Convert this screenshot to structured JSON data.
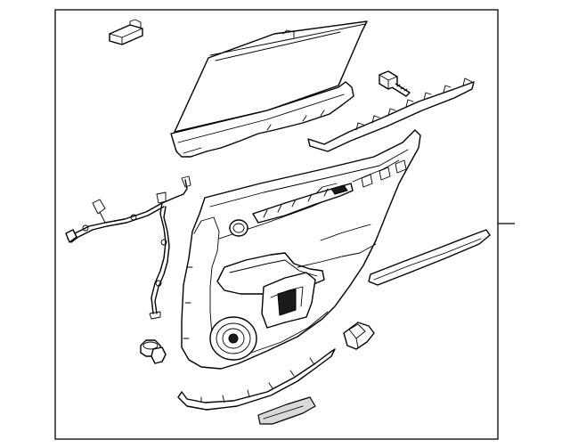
{
  "diagram": {
    "colors": {
      "line": "#000000",
      "background": "#ffffff",
      "shade": "#d9d9d9"
    },
    "parts": [
      {
        "name": "clip-connector"
      },
      {
        "name": "sunshade-assembly"
      },
      {
        "name": "bolt"
      },
      {
        "name": "upper-trim-molding"
      },
      {
        "name": "wiring-harness"
      },
      {
        "name": "door-trim-panel"
      },
      {
        "name": "garnish-strip"
      },
      {
        "name": "push-retainer"
      },
      {
        "name": "bracket"
      },
      {
        "name": "lower-weatherstrip"
      },
      {
        "name": "reflector-pad"
      }
    ]
  }
}
